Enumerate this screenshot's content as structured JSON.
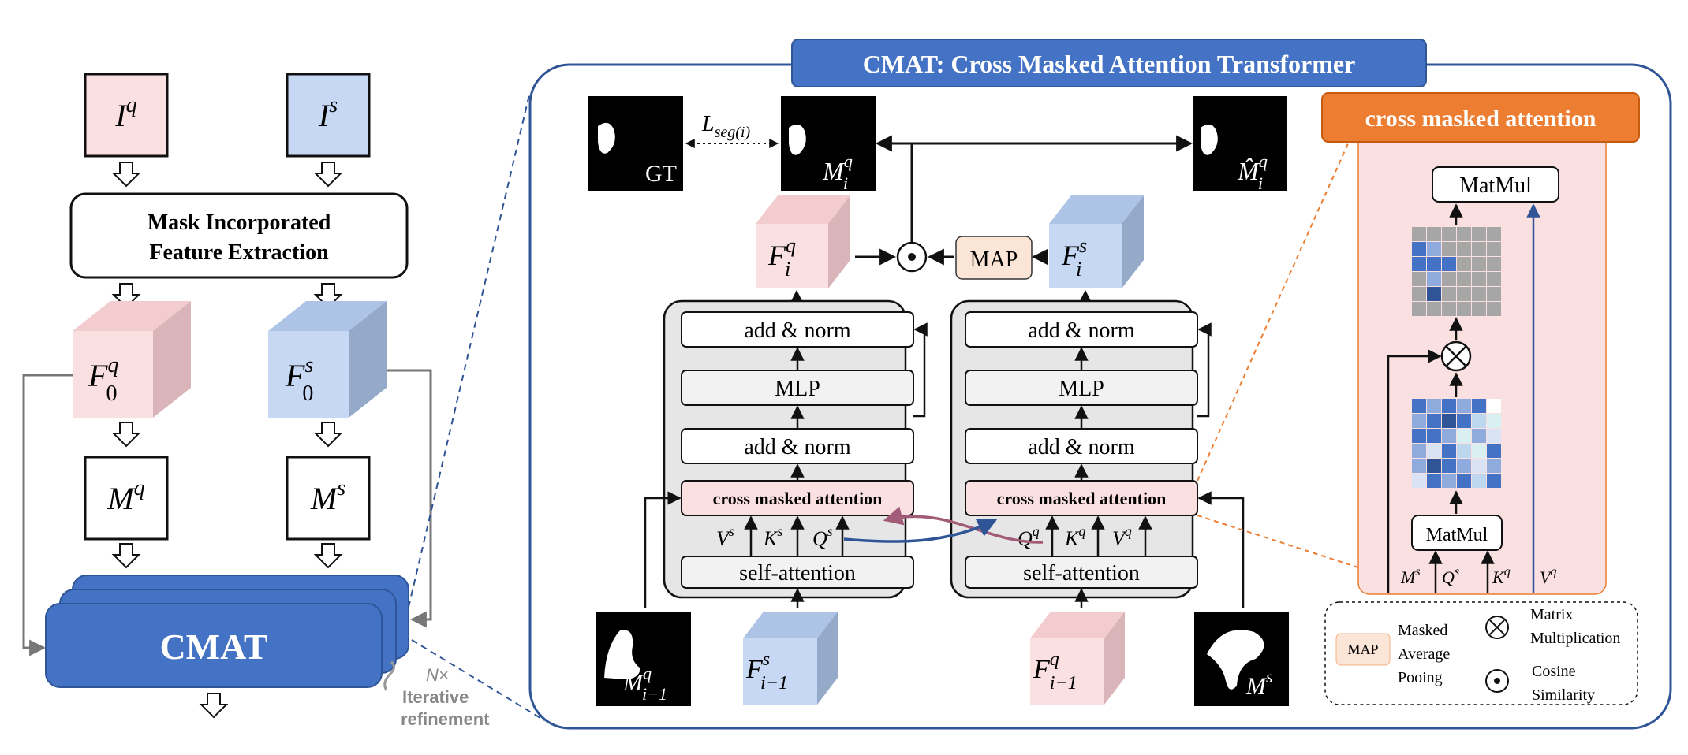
{
  "left": {
    "iq": {
      "base": "I",
      "sup": "q"
    },
    "is": {
      "base": "I",
      "sup": "s"
    },
    "mife_line1": "Mask Incorporated",
    "mife_line2": "Feature Extraction",
    "f0q": {
      "base": "F",
      "sup": "q",
      "sub": "0"
    },
    "f0s": {
      "base": "F",
      "sup": "s",
      "sub": "0"
    },
    "mq": {
      "base": "M",
      "sup": "q"
    },
    "ms": {
      "base": "M",
      "sup": "s"
    },
    "cmat": "CMAT",
    "iter_n": "N×",
    "iter_line1": "Iterative",
    "iter_line2": "refinement"
  },
  "panel": {
    "title": "CMAT: Cross Masked Attention Transformer",
    "gt": "GT",
    "lseg": {
      "base": "L",
      "sub": "seg(i)"
    },
    "miq": {
      "base": "M",
      "sup": "q",
      "sub": "i"
    },
    "mhat_iq": {
      "base": "M̂",
      "sup": "q",
      "sub": "i"
    },
    "fiq": {
      "base": "F",
      "sup": "q",
      "sub": "i"
    },
    "fis": {
      "base": "F",
      "sup": "s",
      "sub": "i"
    },
    "map": "MAP",
    "add_norm": "add & norm",
    "mlp": "MLP",
    "cma": "cross masked attention",
    "self_attention": "self-attention",
    "vs": {
      "base": "V",
      "sup": "s"
    },
    "ks": {
      "base": "K",
      "sup": "s"
    },
    "qs": {
      "base": "Q",
      "sup": "s"
    },
    "qq": {
      "base": "Q",
      "sup": "q"
    },
    "kq": {
      "base": "K",
      "sup": "q"
    },
    "vq": {
      "base": "V",
      "sup": "q"
    },
    "mhat_prev": {
      "base": "M̂",
      "sup": "q",
      "sub": "i−1"
    },
    "fs_prev": {
      "base": "F",
      "sup": "s",
      "sub": "i−1"
    },
    "fq_prev": {
      "base": "F",
      "sup": "q",
      "sub": "i−1"
    },
    "ms_mask": {
      "base": "M",
      "sup": "s"
    }
  },
  "detail": {
    "title": "cross masked attention",
    "matmul_top": "MatMul",
    "matmul_bottom": "MatMul",
    "in_ms": {
      "base": "M",
      "sup": "s"
    },
    "in_qs": {
      "base": "Q",
      "sup": "s"
    },
    "in_kq": {
      "base": "K",
      "sup": "q"
    },
    "in_vq": {
      "base": "V",
      "sup": "q"
    }
  },
  "legend": {
    "map_badge": "MAP",
    "map_l1": "Masked",
    "map_l2": "Average",
    "map_l3": "Pooing",
    "mm_l1": "Matrix",
    "mm_l2": "Multiplication",
    "cs_l1": "Cosine",
    "cs_l2": "Similarity"
  },
  "colors": {
    "pink": "#fbe0e1",
    "blue": "#c6d8f3",
    "cmat_blue": "#4472c4",
    "orange": "#ed7d31",
    "peach": "#fbe5d6",
    "gray_panel": "#e6e6e6"
  }
}
